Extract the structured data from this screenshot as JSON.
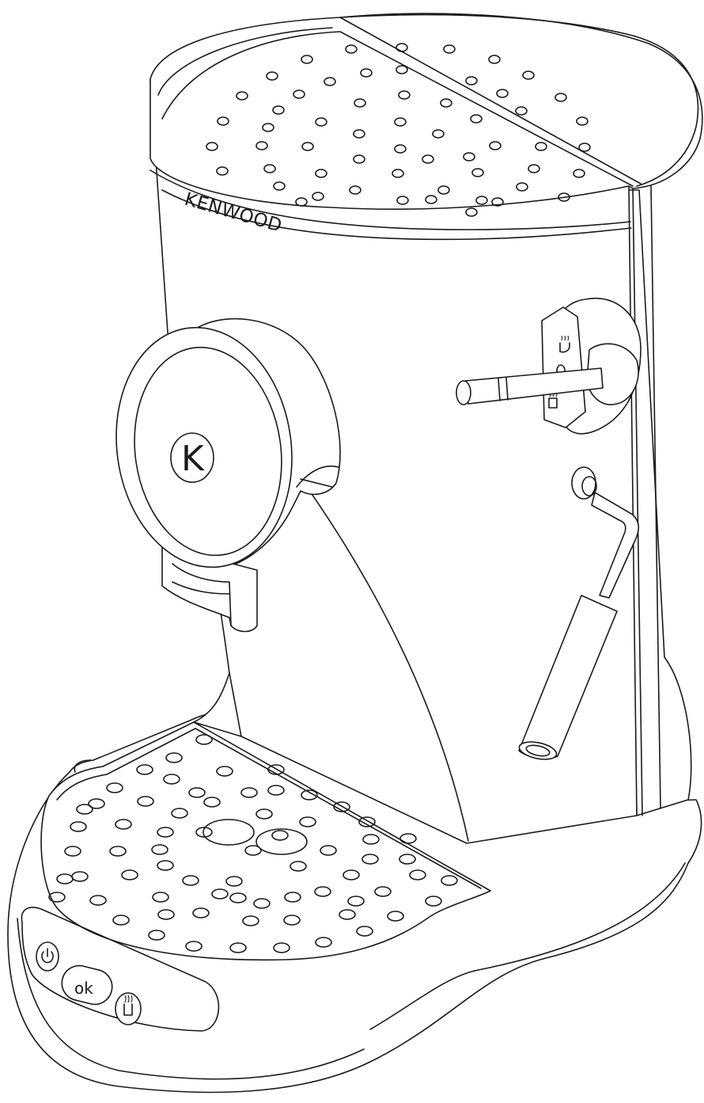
{
  "brand_name": "KENWOOD",
  "logo_letter": "K",
  "controls": {
    "power_icon": "power-icon",
    "ok_label": "ok",
    "steam_icon": "steam-icon"
  },
  "dial_icons": [
    "hot-cup-icon",
    "dot-icon",
    "steam-icon"
  ],
  "colors": {
    "line": "#1a1a1a",
    "background": "#ffffff"
  }
}
